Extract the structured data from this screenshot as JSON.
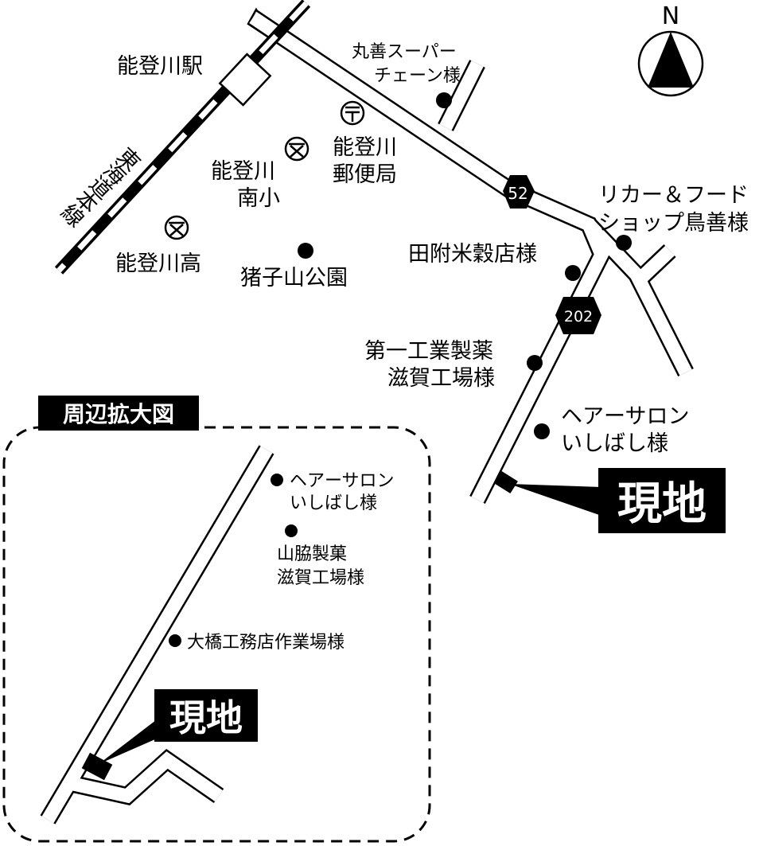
{
  "compass": {
    "north_label": "N"
  },
  "railway": {
    "label": "東海道本線",
    "station": "能登川駅"
  },
  "routes": {
    "route_52": "52",
    "route_202": "202"
  },
  "landmarks": {
    "marusen": [
      "丸善スーパー",
      "チェーン様"
    ],
    "post_office": [
      "能登川",
      "郵便局"
    ],
    "minami_school": [
      "能登川",
      "南小"
    ],
    "high_school": "能登川高",
    "park": "猪子山公園",
    "liquor": [
      "リカー＆フード",
      "ショップ鳥善様"
    ],
    "tatsuke": "田附米穀店様",
    "daiichi": [
      "第一工業製薬",
      "滋賀工場様"
    ],
    "hair_salon": [
      "ヘアーサロン",
      "いしばし様"
    ]
  },
  "site_label": "現地",
  "inset": {
    "title": "周辺拡大図",
    "hair_salon": [
      "ヘアーサロン",
      "いしばし様"
    ],
    "yamawaki": [
      "山脇製菓",
      "滋賀工場様"
    ],
    "ohashi": "大橋工務店作業場様",
    "site_label": "現地"
  }
}
